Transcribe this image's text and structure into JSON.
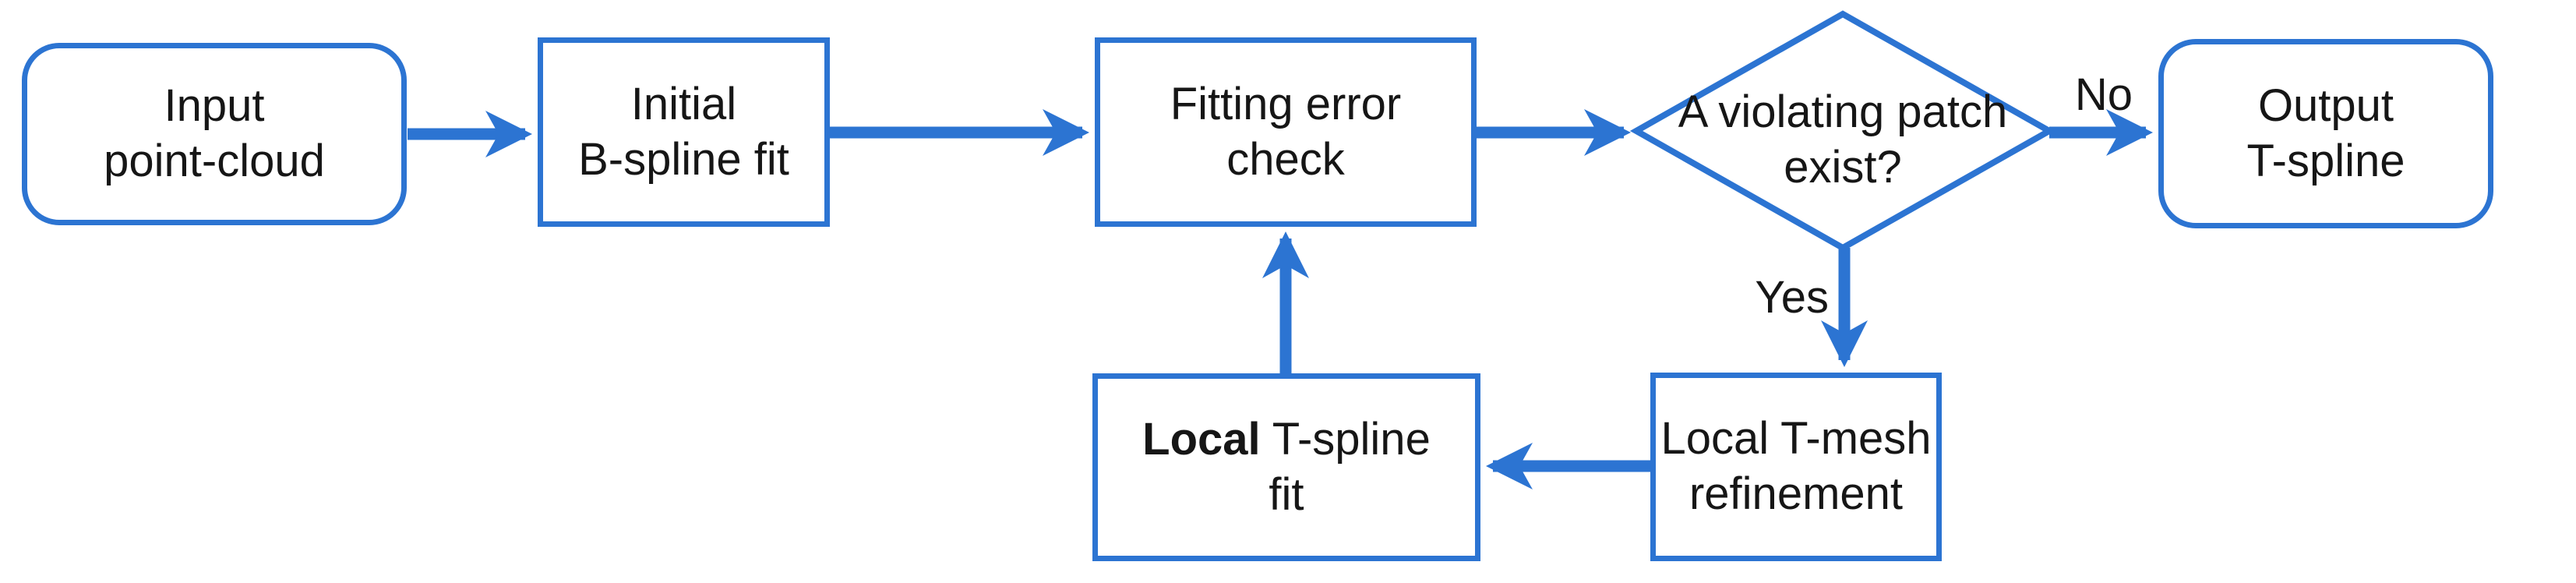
{
  "diagram": {
    "accent_color": "#2C74D2",
    "text_color": "#161616",
    "nodes": {
      "input": {
        "shape": "rounded-rect",
        "label": "Input\npoint-cloud"
      },
      "initial_fit": {
        "shape": "rect",
        "label": "Initial\nB-spline fit"
      },
      "error_check": {
        "shape": "rect",
        "label": "Fitting error\ncheck"
      },
      "decision": {
        "shape": "diamond",
        "label": "A violating patch\nexist?"
      },
      "output": {
        "shape": "rounded-rect",
        "label": "Output\nT-spline"
      },
      "tmesh_refinement": {
        "shape": "rect",
        "label": "Local T-mesh\nrefinement"
      },
      "tspline_fit": {
        "shape": "rect",
        "label_bold": "Local",
        "label_rest": "T-spline\nfit"
      }
    },
    "edge_labels": {
      "no": "No",
      "yes": "Yes"
    }
  }
}
